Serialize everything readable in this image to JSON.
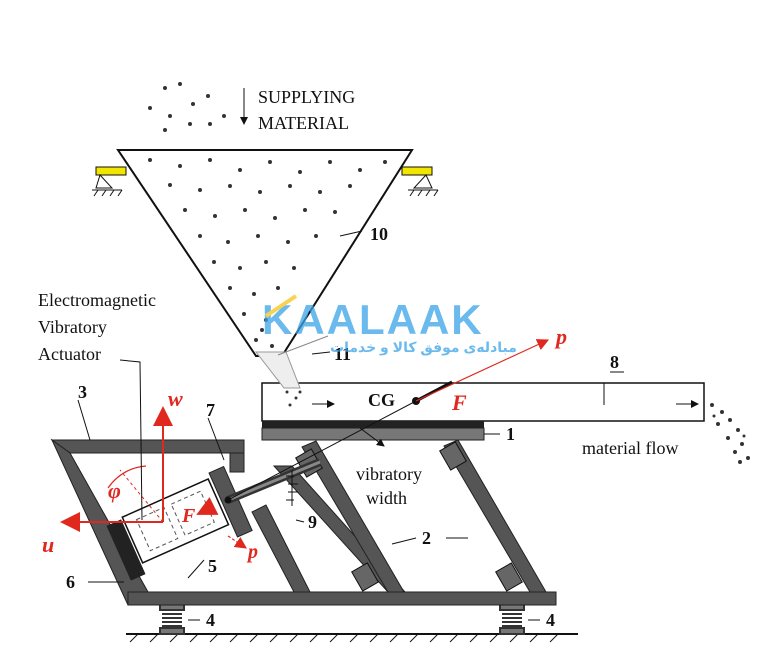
{
  "labels": {
    "supplying_line1": "SUPPLYING",
    "supplying_line2": "MATERIAL",
    "actuator_line1": "Electromagnetic",
    "actuator_line2": "Vibratory",
    "actuator_line3": "Actuator",
    "cg": "CG",
    "material_flow": "material flow",
    "vibratory_line1": "vibratory",
    "vibratory_line2": "width"
  },
  "parts": {
    "n1": "1",
    "n2": "2",
    "n3": "3",
    "n4a": "4",
    "n4b": "4",
    "n5": "5",
    "n6": "6",
    "n7": "7",
    "n8": "8",
    "n9": "9",
    "n10": "10",
    "n11": "11"
  },
  "symbols": {
    "p_top": "p",
    "F_top": "F",
    "p_low": "p",
    "F_low": "F",
    "w": "w",
    "u": "u",
    "phi": "φ"
  },
  "watermark": {
    "brand": "KAALAAK",
    "tagline": "مبادله‌ی موفق کالا و خدمات"
  },
  "colors": {
    "ink": "#111111",
    "frame": "#555555",
    "force": "#e0281e",
    "support": "#f2e500",
    "watermark": "#3aa3e8",
    "watermark_accent": "#f5c518"
  }
}
